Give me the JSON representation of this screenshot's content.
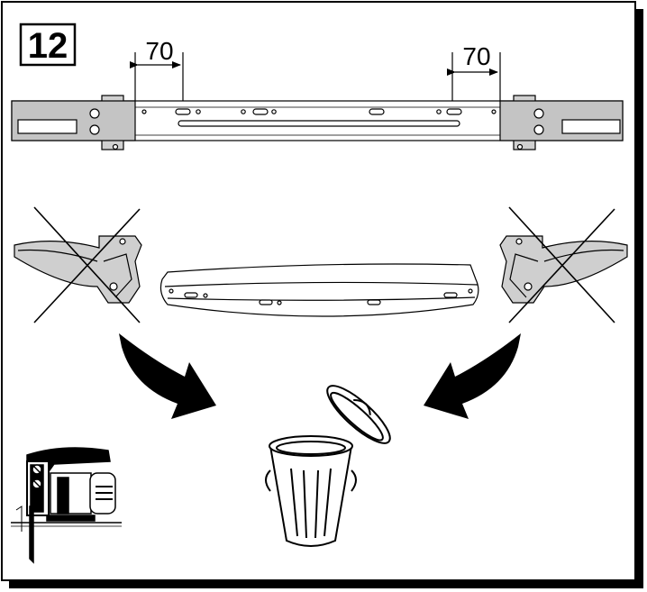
{
  "step": {
    "number": "12"
  },
  "dimensions": {
    "left": "70",
    "right": "70"
  },
  "icons": {
    "cut_tool": "jigsaw-icon",
    "discard": "trash-can-icon",
    "remove_left": "crossed-out-bracket-icon",
    "remove_right": "crossed-out-bracket-icon"
  }
}
